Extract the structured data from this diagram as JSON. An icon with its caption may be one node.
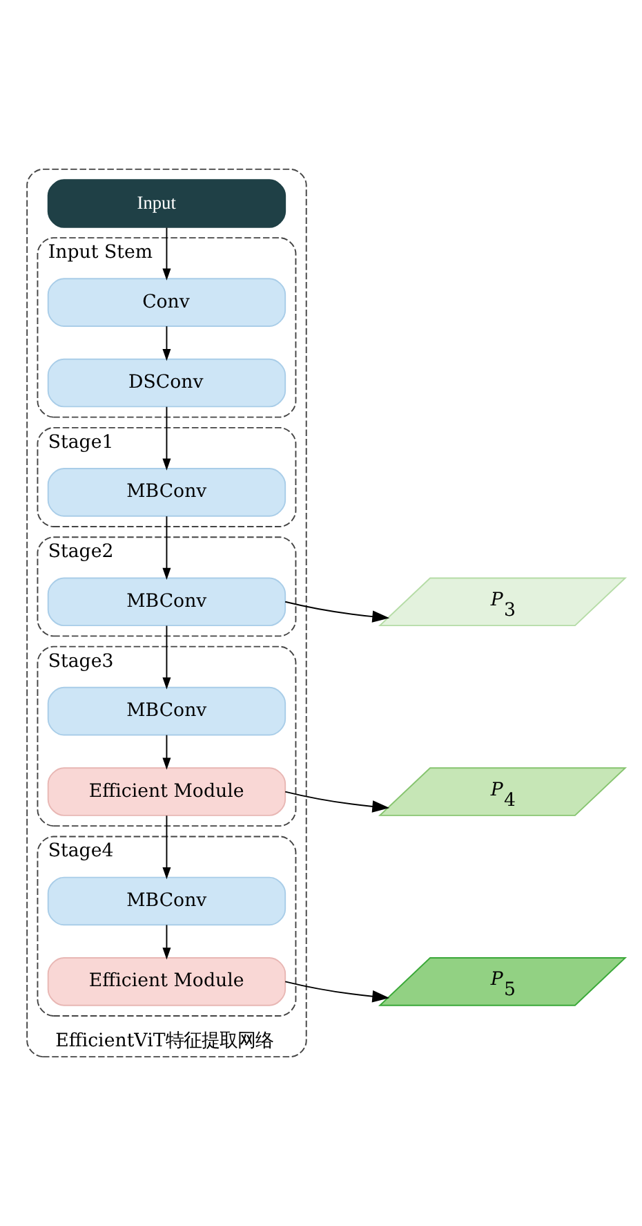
{
  "diagram": {
    "nodes": [
      {
        "text": [
          "EfficientViT特征提取网络"
        ]
      },
      {
        "text": [
          "Input"
        ],
        "in": 0
      },
      {
        "text": [
          "Input Stem"
        ],
        "in": 0
      },
      {
        "text": [
          "Conv"
        ],
        "in": 2
      },
      {
        "text": [
          "DSConv"
        ],
        "in": 2
      },
      {
        "text": [
          "Stage1"
        ],
        "in": 0
      },
      {
        "text": [
          "MBConv"
        ],
        "in": 5
      },
      {
        "text": [
          "Stage2"
        ],
        "in": 0
      },
      {
        "text": [
          "MBConv"
        ],
        "in": 7
      },
      {
        "text": [
          "Stage3"
        ],
        "in": 0
      },
      {
        "text": [
          "MBConv"
        ],
        "in": 9
      },
      {
        "text": [
          "Efficient Module"
        ],
        "in": 9
      },
      {
        "text": [
          "Stage4"
        ],
        "in": 0
      },
      {
        "text": [
          "MBConv"
        ],
        "in": 12
      },
      {
        "text": [
          "Efficient Module"
        ],
        "in": 12
      },
      {
        "text": [
          "*P*$_{3}$"
        ]
      },
      {
        "text": [
          "*P*$_{4}$"
        ]
      },
      {
        "text": [
          "*P*$_{5}$"
        ]
      }
    ],
    "edges": [
      {
        "from": 1,
        "to": 3,
        "arrow": "to"
      },
      {
        "from": 3,
        "to": 4,
        "arrow": "to"
      },
      {
        "from": 4,
        "to": 6,
        "arrow": "to"
      },
      {
        "from": 6,
        "to": 8,
        "arrow": "to"
      },
      {
        "from": 8,
        "to": 10,
        "arrow": "to"
      },
      {
        "from": 10,
        "to": 11,
        "arrow": "to"
      },
      {
        "from": 11,
        "to": 13,
        "arrow": "to"
      },
      {
        "from": 13,
        "to": 14,
        "arrow": "to"
      },
      {
        "from": 8,
        "to": 15,
        "arrow": "to"
      },
      {
        "from": 11,
        "to": 16,
        "arrow": "to"
      },
      {
        "from": 14,
        "to": 17,
        "arrow": "to"
      }
    ]
  }
}
